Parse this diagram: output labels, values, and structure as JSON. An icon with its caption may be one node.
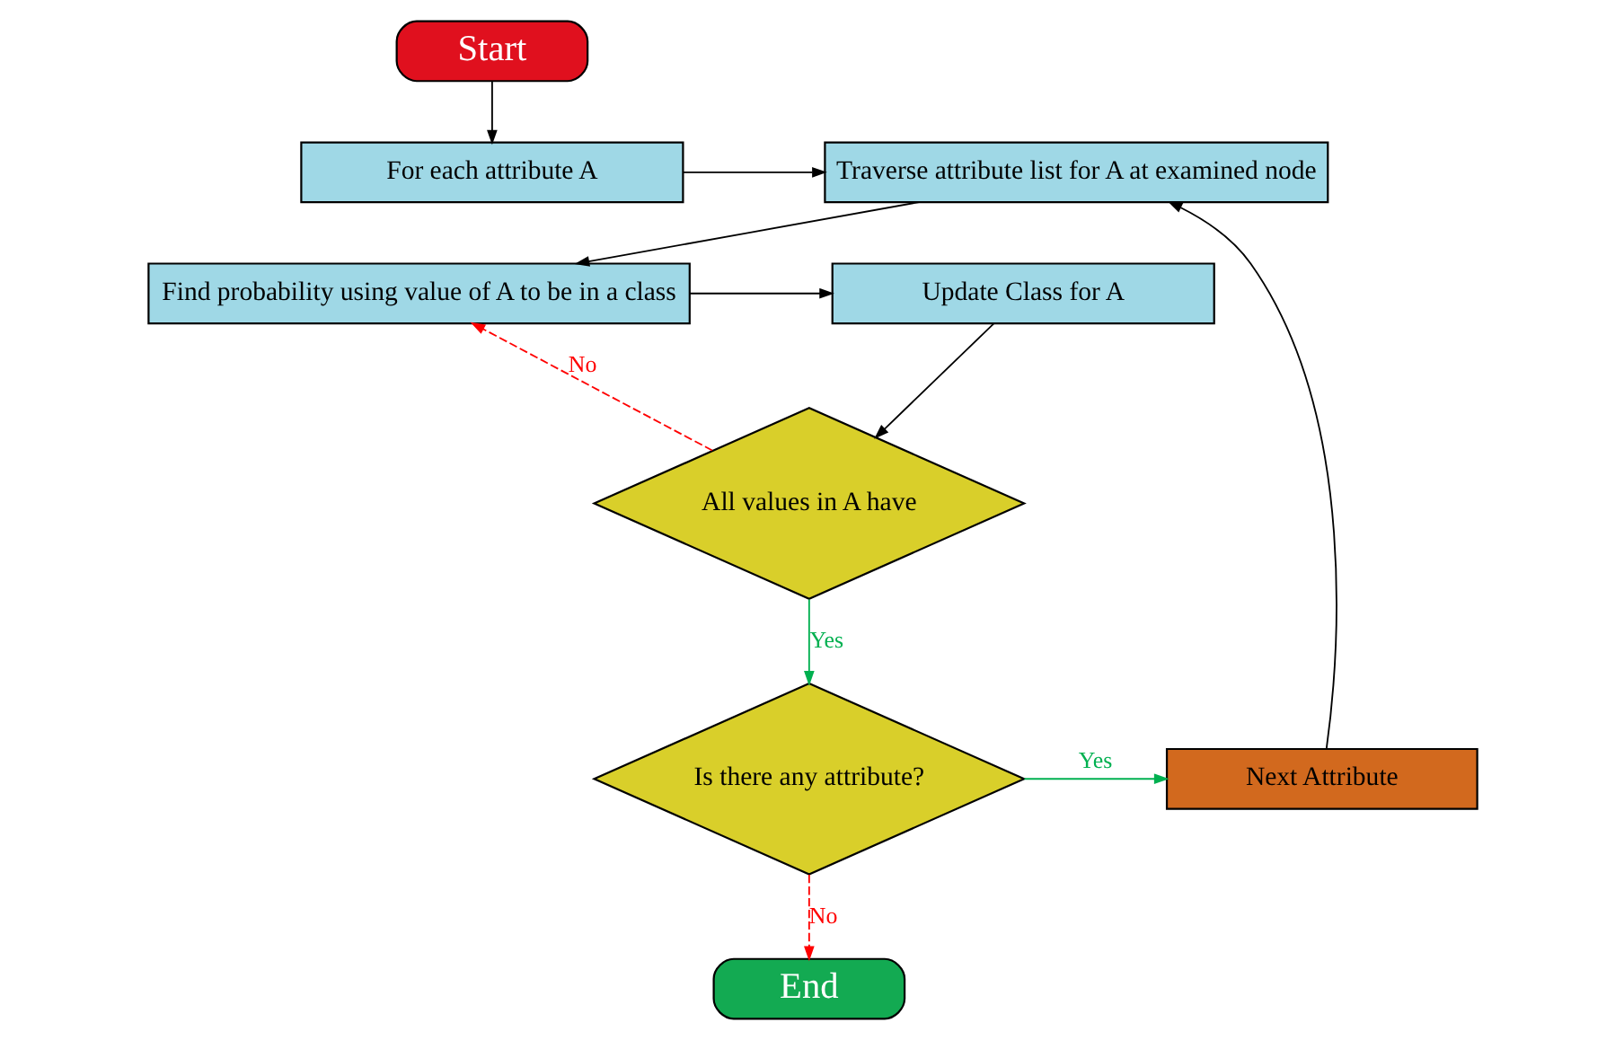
{
  "diagram": {
    "nodes": [
      {
        "text": [
          "Start"
        ]
      },
      {
        "text": [
          "For each attribute A"
        ]
      },
      {
        "text": [
          "Traverse attribute list for A at examined node"
        ]
      },
      {
        "text": [
          "Find probability using value of A to be in a class"
        ]
      },
      {
        "text": [
          "Update Class for A"
        ]
      },
      {
        "text": [
          "All values in A have"
        ]
      },
      {
        "text": [
          "End"
        ]
      },
      {
        "text": [
          "Is there any attribute?"
        ]
      },
      {
        "text": [
          "Next Attribute"
        ]
      }
    ],
    "edges": [
      {
        "from": 0,
        "to": 1,
        "arrow": "to"
      },
      {
        "from": 1,
        "to": 2,
        "arrow": "to"
      },
      {
        "from": 2,
        "to": 3,
        "arrow": "to"
      },
      {
        "from": 3,
        "to": 4,
        "arrow": "to"
      },
      {
        "from": 4,
        "to": 5,
        "arrow": "to"
      },
      {
        "from": 5,
        "to": 3,
        "arrow": "to",
        "label": "No",
        "style": "dashed",
        "color": "#ff0000"
      },
      {
        "from": 5,
        "to": 7,
        "arrow": "to",
        "label": "Yes",
        "color": "#00b050"
      },
      {
        "from": 7,
        "to": 6,
        "arrow": "to",
        "label": "No",
        "style": "dashed",
        "color": "#ff0000"
      },
      {
        "from": 7,
        "to": 8,
        "arrow": "to",
        "label": "Yes",
        "color": "#00b050"
      },
      {
        "from": 8,
        "to": 2,
        "arrow": "to"
      }
    ]
  }
}
